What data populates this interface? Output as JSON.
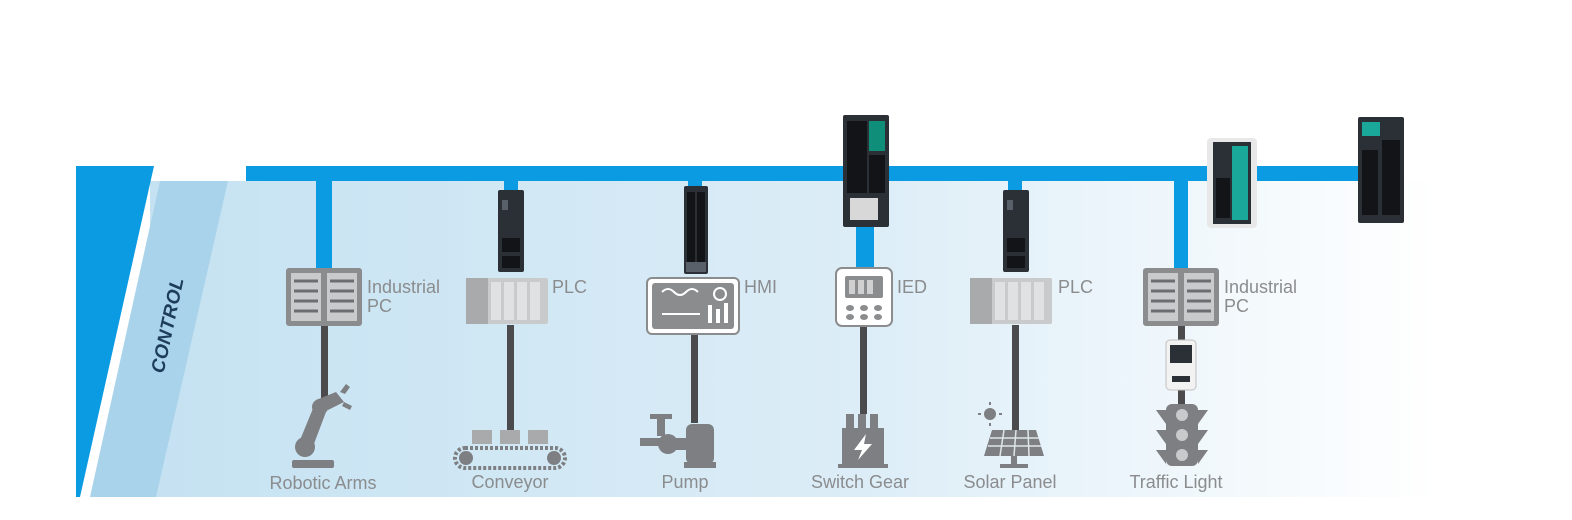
{
  "zone": {
    "label": "CONTROL"
  },
  "columns": [
    {
      "device": "Industrial\nPC",
      "field": "Robotic Arms"
    },
    {
      "device": "PLC",
      "field": "Conveyor"
    },
    {
      "device": "HMI",
      "field": "Pump"
    },
    {
      "device": "IED",
      "field": "Switch Gear"
    },
    {
      "device": "PLC",
      "field": "Solar Panel"
    },
    {
      "device": "Industrial\nPC",
      "field": "Traffic Light"
    }
  ],
  "colors": {
    "backbone": "#0a9be3",
    "zone_dark": "#0a9be3",
    "zone_light": "#a9d3ea",
    "cable": "#4b4b4d",
    "device_gray": "#8a8c8e",
    "switch_body": "#2b2f36"
  }
}
